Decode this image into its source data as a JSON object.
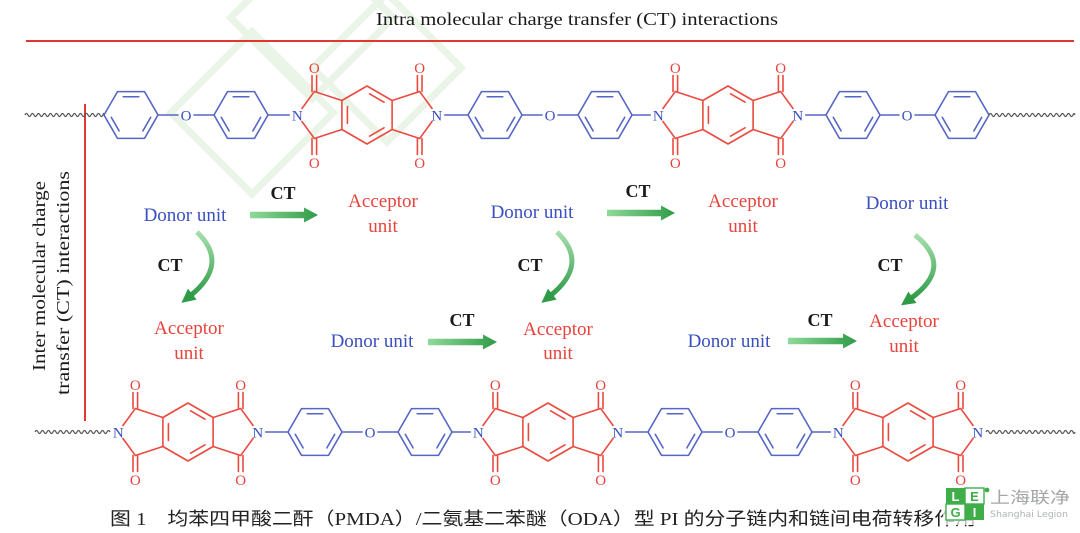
{
  "title": "Intra molecular charge transfer (CT) interactions",
  "side_title": {
    "line1": "Inter molecular charge",
    "line2": "transfer (CT) interactions"
  },
  "atoms": {
    "oxygen": "O",
    "nitrogen": "N"
  },
  "labels": {
    "donor": "Donor unit",
    "acceptor_line1": "Acceptor",
    "acceptor_line2": "unit",
    "ct": "CT"
  },
  "caption": "图 1　均苯四甲酸二酐（PMDA）/二氨基二苯醚（ODA）型 PI 的分子链内和链间电荷转移作用",
  "logo": {
    "letters": [
      "L",
      "E",
      "G",
      "I"
    ],
    "name_cn": "上海联净",
    "name_en": "Shanghai Legion"
  },
  "colors": {
    "donor": "#3a4fc0",
    "acceptor": "#e8433b",
    "ct_arrow": "#2f9b47",
    "rule": "#e2362f",
    "oda_bonds": "#5566c6",
    "pmda_bonds": "#ea4a40",
    "chain_end": "#555555",
    "logo_green": "#3fae49"
  }
}
